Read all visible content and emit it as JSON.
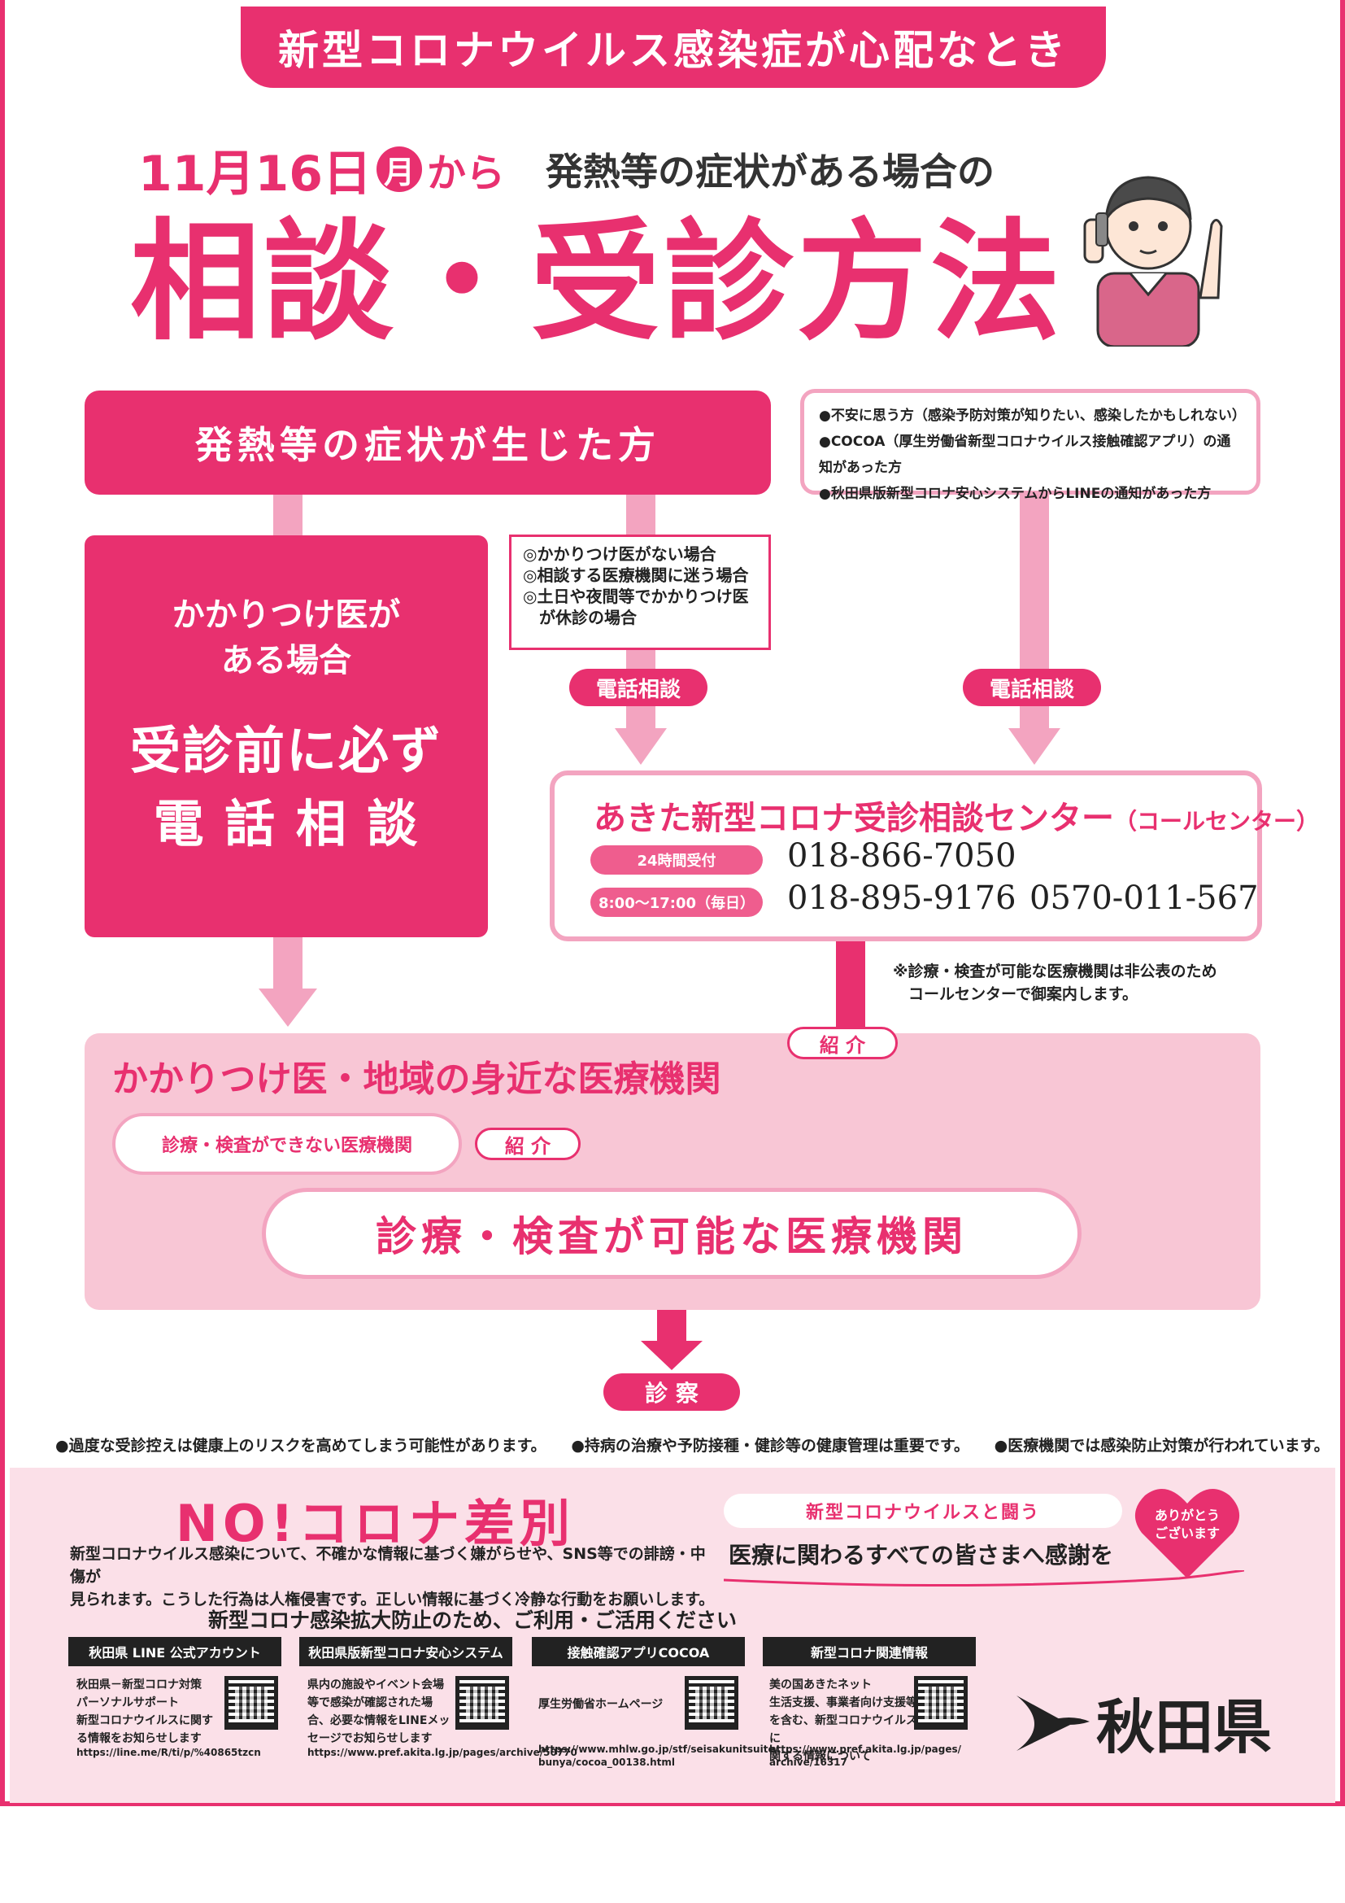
{
  "banner": {
    "text": "新型コロナウイルス感染症が心配なとき"
  },
  "header": {
    "date": "11月16日",
    "weekday": "月",
    "from": "から",
    "subtitle": "発熱等の症状がある場合の",
    "title": "相談・受診方法"
  },
  "flow": {
    "symptom": "発熱等の症状が生じた方",
    "anxiety": [
      "●不安に思う方（感染予防対策が知りたい、感染したかもしれない）",
      "●COCOA（厚生労働省新型コロナウイルス接触確認アプリ）の通知があった方",
      "●秋田県版新型コロナ安心システムからLINEの通知があった方"
    ],
    "has_doctor_line1": "かかりつけ医が",
    "has_doctor_line2": "ある場合",
    "must_call_line1": "受診前に必ず",
    "must_call_line2": "電 話 相 談",
    "no_doctor": [
      "◎かかりつけ医がない場合",
      "◎相談する医療機関に迷う場合",
      "◎土日や夜間等でかかりつけ医",
      "　が休診の場合"
    ],
    "phone_consult": "電話相談",
    "callcenter_title": "あきた新型コロナ受診相談センター",
    "callcenter_suffix": "（コールセンター）",
    "hours_24": "24時間受付",
    "phone_24": "018-866-7050",
    "hours_day": "8:00～17:00（毎日）",
    "phone_day1": "018-895-9176",
    "phone_day2": "0570-011-567",
    "note_line1": "※診療・検査が可能な医療機関は非公表のため",
    "note_line2": "　コールセンターで御案内します。",
    "referral": "紹 介",
    "local_title": "かかりつけ医・地域の身近な医療機関",
    "cannot_test": "診療・検査ができない医療機関",
    "can_test": "診療・検査が可能な医療機関",
    "exam": "診 察"
  },
  "bullets": [
    "●過度な受診控えは健康上のリスクを高めてしまう可能性があります。",
    "●持病の治療や予防接種・健診等の健康管理は重要です。",
    "●医療機関では感染防止対策が行われています。"
  ],
  "discrimination": {
    "title": "NO!コロナ差別",
    "text_line1": "新型コロナウイルス感染について、不確かな情報に基づく嫌がらせや、SNS等での誹謗・中傷が",
    "text_line2": "見られます。こうした行為は人権侵害です。正しい情報に基づく冷静な行動をお願いします。",
    "fight": "新型コロナウイルスと闘う",
    "thanks": "医療に関わるすべての皆さまへ感謝を",
    "heart_line1": "ありがとう",
    "heart_line2": "ございます"
  },
  "resources": {
    "intro": "新型コロナ感染拡大防止のため、ご利用・ご活用ください",
    "cards": [
      {
        "head": "秋田県 LINE 公式アカウント",
        "text": [
          "秋田県－新型コロナ対策",
          "パーソナルサポート",
          "新型コロナウイルスに関す",
          "る情報をお知らせします"
        ],
        "url": [
          "https://line.me/R/ti/p/%40865tzcn"
        ]
      },
      {
        "head": "秋田県版新型コロナ安心システム",
        "text": [
          "県内の施設やイベント会場",
          "等で感染が確認された場",
          "合、必要な情報をLINEメッ",
          "セージでお知らせします"
        ],
        "url": [
          "https://www.pref.akita.lg.jp/pages/archive/50770"
        ]
      },
      {
        "head": "接触確認アプリCOCOA",
        "text": [
          "厚生労働省ホームページ"
        ],
        "url": [
          "https://www.mhlw.go.jp/stf/seisakunitsuite/",
          "bunya/cocoa_00138.html"
        ]
      },
      {
        "head": "新型コロナ関連情報",
        "text": [
          "美の国あきたネット",
          "生活支援、事業者向け支援等",
          "を含む、新型コロナウイルスに",
          "関する情報について"
        ],
        "url": [
          "https://www.pref.akita.lg.jp/pages/",
          "archive/16317"
        ]
      }
    ]
  },
  "logo": {
    "name": "秋田県"
  },
  "colors": {
    "accent": "#e8306f",
    "light": "#f8c6d5",
    "mid": "#f3a4c0"
  }
}
